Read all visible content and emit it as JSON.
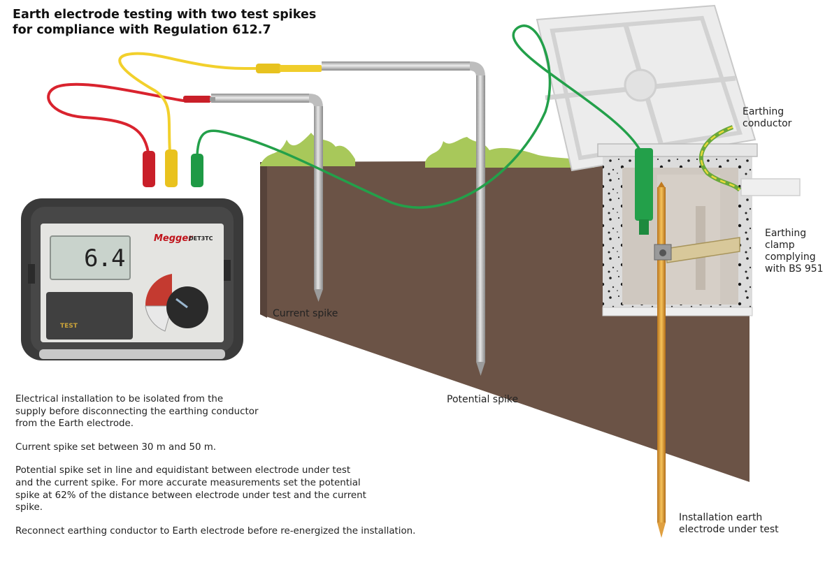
{
  "title": {
    "line1": "Earth electrode testing with two test spikes",
    "line2": "for compliance with Regulation 612.7"
  },
  "labels": {
    "current_spike": "Current spike",
    "potential_spike": "Potential spike",
    "earthing_conductor": [
      "Earthing",
      "conductor"
    ],
    "earthing_clamp": [
      "Earthing",
      "clamp",
      "complying",
      "with BS 951"
    ],
    "installation_electrode": [
      "Installation earth",
      "electrode under test"
    ]
  },
  "meter": {
    "brand": "Megger",
    "model": "DET3TC",
    "reading": "6.4",
    "test_button": "TEST"
  },
  "notes": {
    "p1": [
      "Electrical installation to be isolated from the",
      "supply before disconnecting the earthing conductor",
      "from the Earth electrode."
    ],
    "p2": "Current spike set between 30 m and 50 m.",
    "p3": [
      "Potential spike set in line and equidistant between electrode under test",
      "and the current spike. For more accurate measurements set the potential",
      "spike at 62% of the distance between electrode under test and the current",
      "spike."
    ],
    "p4": "Reconnect earthing conductor to Earth electrode before re-energized the installation."
  },
  "colors": {
    "soil": "#6b5346",
    "grass": "#a8c85a",
    "lead_red": "#d9232e",
    "lead_yellow": "#f2d02c",
    "lead_green": "#23a04a",
    "spike_steel": "#b8b8b8",
    "electrode_copper": "#e8a93a"
  }
}
